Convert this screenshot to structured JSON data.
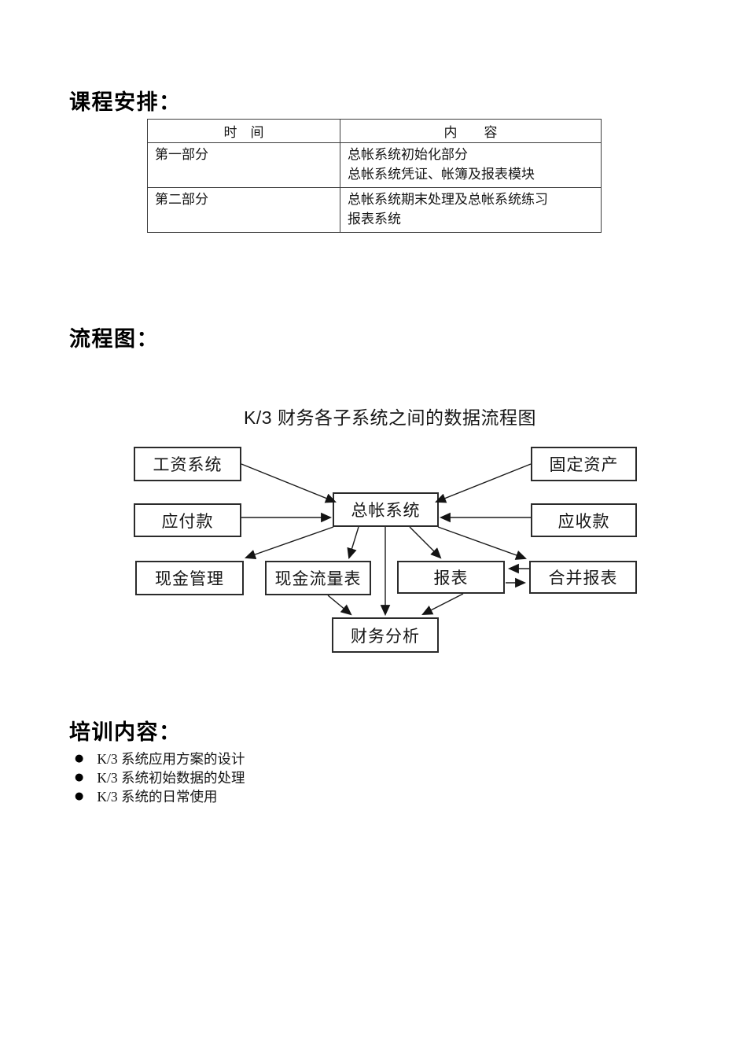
{
  "headings": {
    "schedule": "课程安排：",
    "flowchart": "流程图：",
    "training": "培训内容："
  },
  "schedule_table": {
    "headers": {
      "time": "时　间",
      "content": "内　　容"
    },
    "rows": [
      {
        "time": "第一部分",
        "content_lines": [
          "总帐系统初始化部分",
          "总帐系统凭证、帐簿及报表模块"
        ]
      },
      {
        "time": "第二部分",
        "content_lines": [
          "总帐系统期末处理及总帐系统练习",
          "报表系统"
        ]
      }
    ]
  },
  "diagram": {
    "title": "K/3 财务各子系统之间的数据流程图",
    "nodes": [
      {
        "id": "salary-system",
        "label": "工资系统"
      },
      {
        "id": "fixed-assets",
        "label": "固定资产"
      },
      {
        "id": "accounts-payable",
        "label": "应付款"
      },
      {
        "id": "accounts-receivable",
        "label": "应收款"
      },
      {
        "id": "general-ledger",
        "label": "总帐系统"
      },
      {
        "id": "cash-management",
        "label": "现金管理"
      },
      {
        "id": "cash-flow-statement",
        "label": "现金流量表"
      },
      {
        "id": "reports",
        "label": "报表"
      },
      {
        "id": "consolidated-reports",
        "label": "合并报表"
      },
      {
        "id": "financial-analysis",
        "label": "财务分析"
      }
    ],
    "edges": [
      {
        "from": "salary-system",
        "to": "general-ledger"
      },
      {
        "from": "fixed-assets",
        "to": "general-ledger"
      },
      {
        "from": "accounts-payable",
        "to": "general-ledger"
      },
      {
        "from": "accounts-receivable",
        "to": "general-ledger"
      },
      {
        "from": "general-ledger",
        "to": "cash-management"
      },
      {
        "from": "general-ledger",
        "to": "cash-flow-statement"
      },
      {
        "from": "general-ledger",
        "to": "financial-analysis"
      },
      {
        "from": "general-ledger",
        "to": "reports"
      },
      {
        "from": "general-ledger",
        "to": "consolidated-reports"
      },
      {
        "from": "cash-flow-statement",
        "to": "financial-analysis"
      },
      {
        "from": "reports",
        "to": "financial-analysis"
      },
      {
        "from": "consolidated-reports",
        "to": "reports"
      },
      {
        "from": "reports",
        "to": "consolidated-reports"
      }
    ]
  },
  "training": {
    "bullet_glyph": "●",
    "bullets": [
      "K/3 系统应用方案的设计",
      "K/3 系统初始数据的处理",
      "K/3 系统的日常使用"
    ]
  },
  "colors": {
    "ink": "#111111",
    "background": "#ffffff",
    "border": "#3c3c3c"
  }
}
